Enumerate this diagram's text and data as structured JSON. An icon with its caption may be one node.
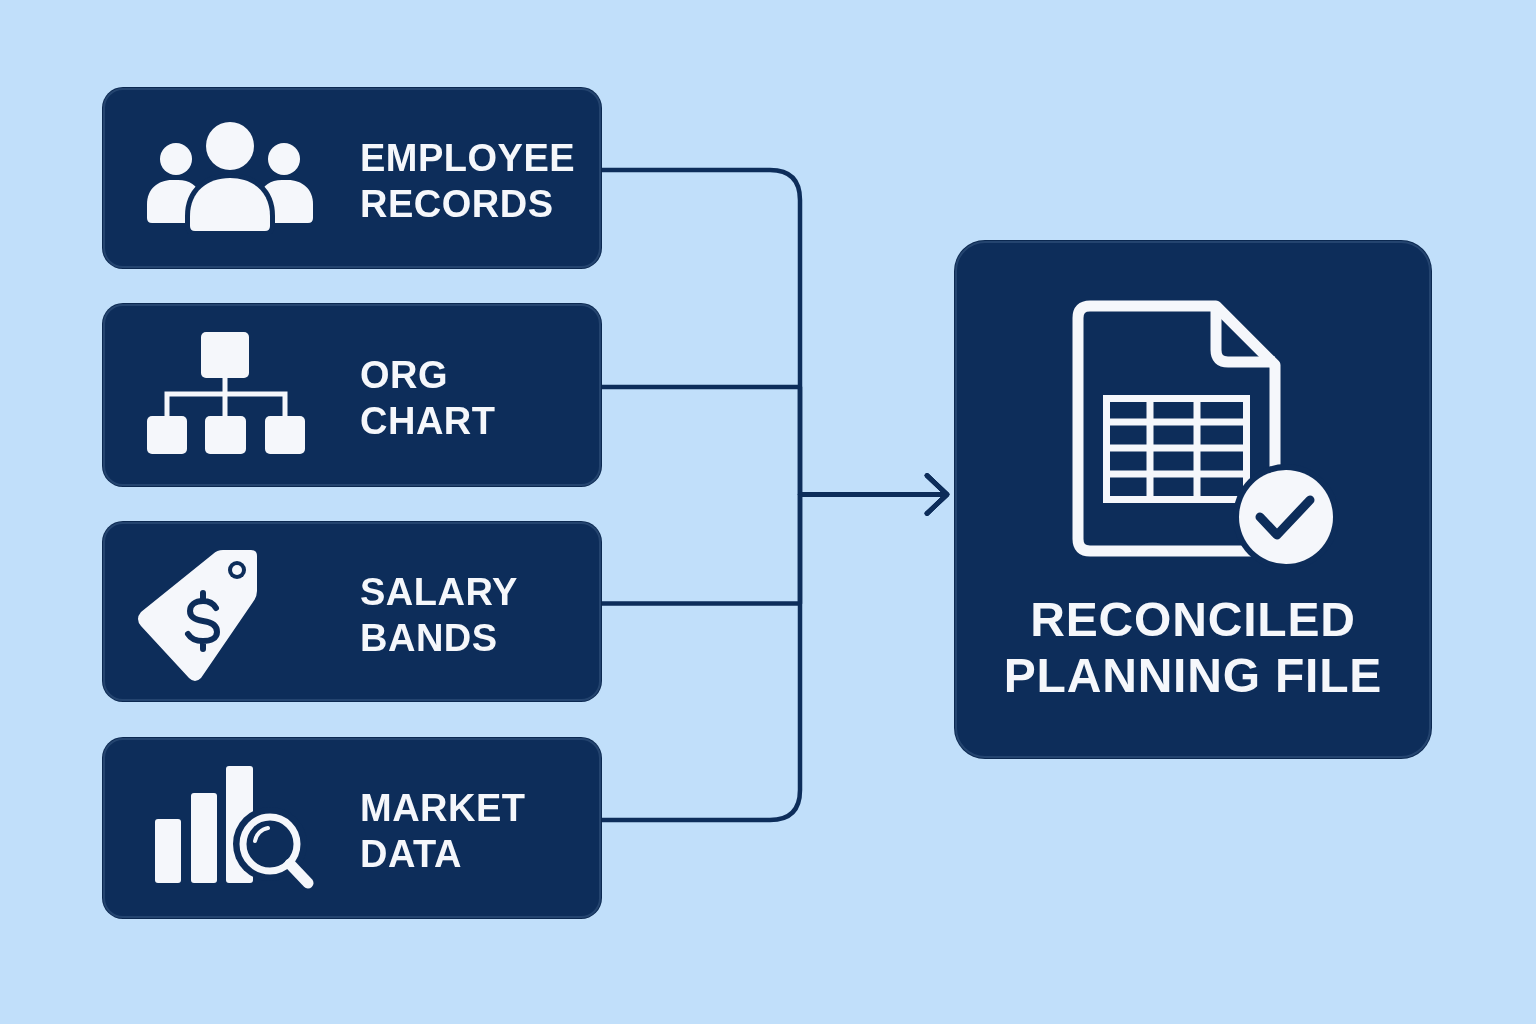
{
  "diagram": {
    "nodes": [
      {
        "text": [
          "EMPLOYEE RECORDS"
        ]
      },
      {
        "text": [
          "ORG CHART"
        ]
      },
      {
        "text": [
          "SALARY BANDS"
        ]
      },
      {
        "text": [
          "MARKET DATA"
        ]
      },
      {
        "text": [
          "RECONCILED PLANNING FILE"
        ]
      }
    ],
    "edges": [
      {
        "from": 0,
        "to": 4,
        "arrow": "to"
      },
      {
        "from": 1,
        "to": 4,
        "arrow": "to"
      },
      {
        "from": 2,
        "to": 4,
        "arrow": "to"
      },
      {
        "from": 3,
        "to": 4,
        "arrow": "to"
      }
    ]
  }
}
